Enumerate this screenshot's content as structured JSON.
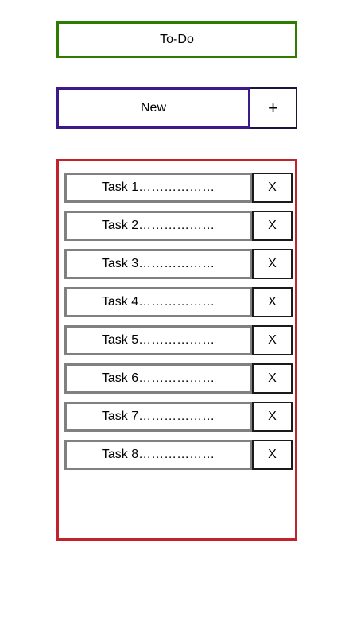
{
  "header": {
    "title": "To-Do"
  },
  "new_task": {
    "input_value": "New",
    "add_label": "+"
  },
  "tasks": [
    {
      "label": "Task 1………………",
      "delete_label": "X"
    },
    {
      "label": "Task 2………………",
      "delete_label": "X"
    },
    {
      "label": "Task 3………………",
      "delete_label": "X"
    },
    {
      "label": "Task 4………………",
      "delete_label": "X"
    },
    {
      "label": "Task 5………………",
      "delete_label": "X"
    },
    {
      "label": "Task 6………………",
      "delete_label": "X"
    },
    {
      "label": "Task 7………………",
      "delete_label": "X"
    },
    {
      "label": "Task 8………………",
      "delete_label": "X"
    }
  ],
  "colors": {
    "title_border": "#2e7d00",
    "input_border": "#3d1a8a",
    "list_border": "#c0232b",
    "task_border": "#808080"
  }
}
